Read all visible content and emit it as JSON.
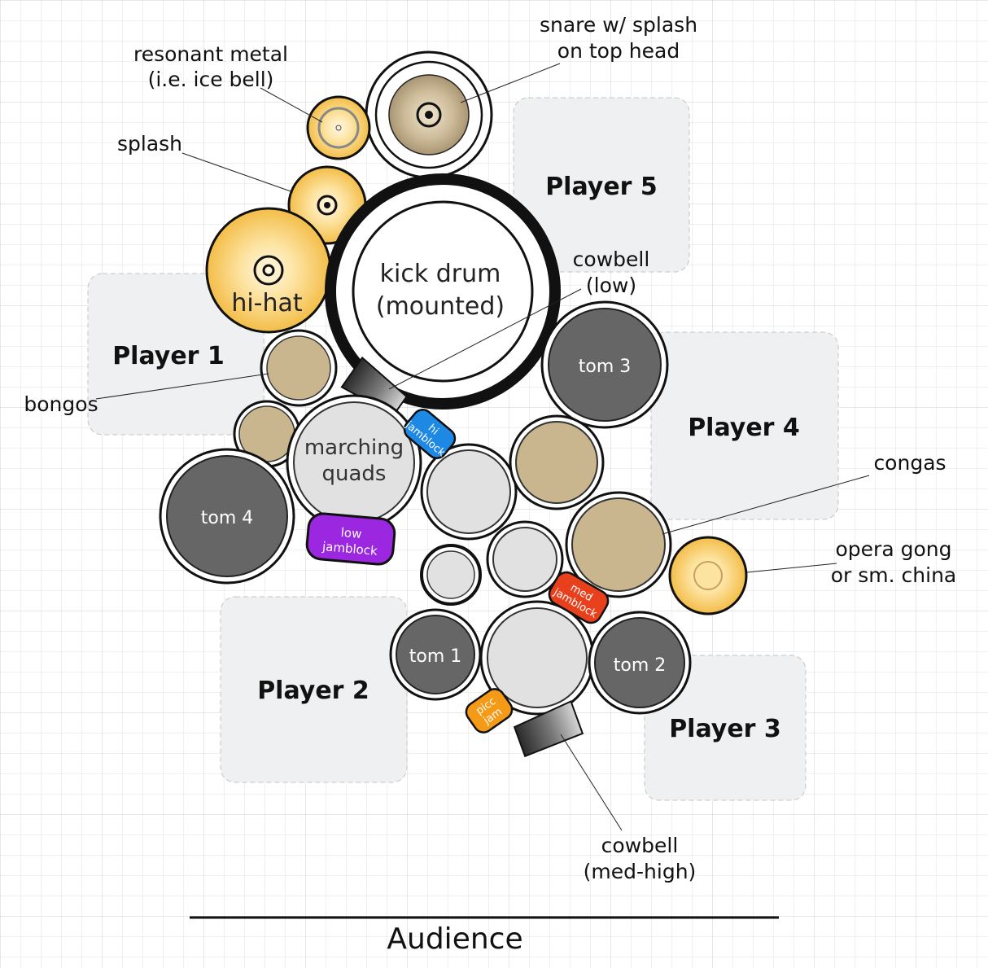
{
  "players": [
    {
      "id": "p1",
      "label": "Player 1"
    },
    {
      "id": "p2",
      "label": "Player 2"
    },
    {
      "id": "p3",
      "label": "Player 3"
    },
    {
      "id": "p4",
      "label": "Player 4"
    },
    {
      "id": "p5",
      "label": "Player 5"
    }
  ],
  "instruments": {
    "kick": {
      "line1": "kick drum",
      "line2": "(mounted)"
    },
    "hihat": "hi-hat",
    "quads": {
      "line1": "marching",
      "line2": "quads"
    },
    "tom1": "tom 1",
    "tom2": "tom 2",
    "tom3": "tom 3",
    "tom4": "tom 4",
    "hi_jamblock": {
      "line1": "hi",
      "line2": "jamblock"
    },
    "low_jamblock": {
      "line1": "low",
      "line2": "jamblock"
    },
    "med_jamblock": {
      "line1": "med",
      "line2": "jamblock"
    },
    "picc_jam": {
      "line1": "picc",
      "line2": "jam"
    }
  },
  "annotations": {
    "snare": {
      "line1": "snare w/ splash",
      "line2": "on top head"
    },
    "resonant": {
      "line1": "resonant metal",
      "line2": "(i.e. ice bell)"
    },
    "splash": "splash",
    "bongos": "bongos",
    "cowbell_low": {
      "line1": "cowbell",
      "line2": "(low)"
    },
    "congas": "congas",
    "gong": {
      "line1": "opera gong",
      "line2": "or sm. china"
    },
    "cowbell_med": {
      "line1": "cowbell",
      "line2": "(med-high)"
    }
  },
  "audience": "Audience",
  "colors": {
    "grid": "#dcdcdc",
    "player_zone": "#f0f1f2",
    "tom": "#666666",
    "tan_drum": "#c9b58e",
    "light_drum": "#e1e1e1",
    "cymbal": "#f5c75a",
    "hi_jamblock": "#1e88e5",
    "low_jamblock": "#9b27e0",
    "med_jamblock": "#e8401c",
    "picc_jam": "#f59a16"
  }
}
